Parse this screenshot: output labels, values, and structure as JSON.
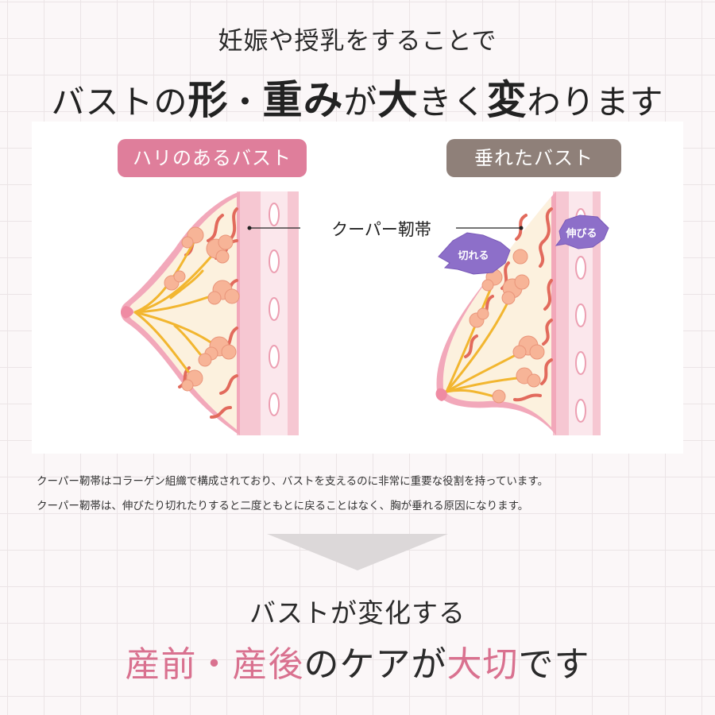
{
  "heading": {
    "line1": "妊娠や授乳をすることで",
    "line2_pre": "バストの",
    "line2_em1": "形",
    "line2_mid": "・",
    "line2_em2": "重み",
    "line2_mid2": "が",
    "line2_em3": "大",
    "line2_mid3": "きく",
    "line2_em4": "変",
    "line2_post": "わります"
  },
  "illustration": {
    "left_label": "ハリのあるバスト",
    "right_label": "垂れたバスト",
    "ligament_label": "クーパー靭帯",
    "tag_torn": "切れる",
    "tag_stretch": "伸びる"
  },
  "description": {
    "line1": "クーパー靭帯はコラーゲン組織で構成されており、バストを支えるのに非常に重要な役割を持っています。",
    "line2": "クーパー靭帯は、伸びたり切れたりすると二度ともとに戻ることはなく、胸が垂れる原因になります。"
  },
  "conclusion": {
    "line1": "バストが変化する",
    "em1": "産前",
    "dot": "・",
    "em2": "産後",
    "mid": "のケアが",
    "em3": "大切",
    "post": "です"
  },
  "colors": {
    "accent_pink": "#d9718f",
    "pill_pink": "#df7e9b",
    "pill_brown": "#8f8079",
    "tag_purple": "#8d6fc9"
  }
}
